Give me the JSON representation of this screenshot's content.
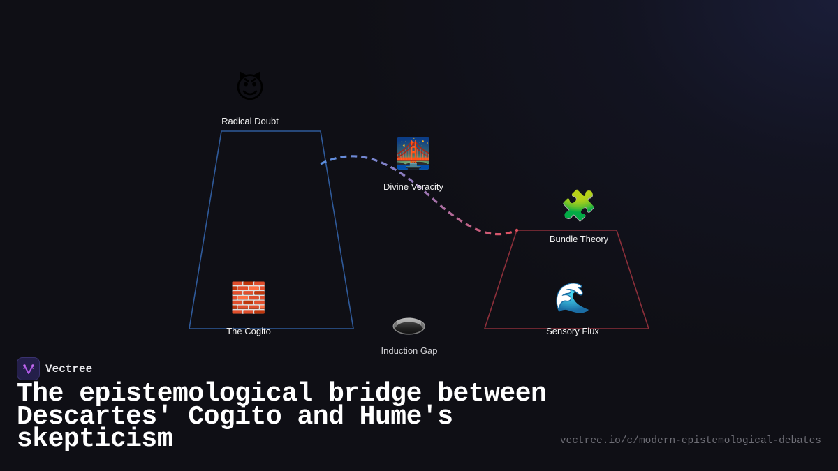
{
  "brand": {
    "name": "Vectree",
    "logo_icon": "vectree-logo-icon",
    "accent": "#a14fe0"
  },
  "title": "The epistemological bridge between Descartes' Cogito and Hume's skepticism",
  "url": "vectree.io/c/modern-epistemological-debates",
  "colors": {
    "background": "#0f0f15",
    "descartes_outline": "#2f5a9a",
    "hume_outline": "#8c2f3a",
    "bridge_start": "#5b8fe0",
    "bridge_end": "#e0505e"
  },
  "diagram": {
    "groups": [
      {
        "id": "descartes",
        "outline": "left-trapezoid",
        "nodes": [
          "Radical Doubt",
          "The Cogito"
        ]
      },
      {
        "id": "hume",
        "outline": "right-trapezoid",
        "nodes": [
          "Bundle Theory",
          "Sensory Flux"
        ]
      }
    ],
    "connector": {
      "from": "descartes",
      "to": "hume",
      "style": "dashed",
      "via": "Divine Veracity"
    }
  },
  "nodes": {
    "radical_doubt": {
      "label": "Radical Doubt",
      "icon": "😈",
      "icon_name": "devil-icon"
    },
    "divine_veracity": {
      "label": "Divine Veracity",
      "icon": "🌉",
      "icon_name": "bridge-icon"
    },
    "bundle_theory": {
      "label": "Bundle Theory",
      "icon": "🧩",
      "icon_name": "puzzle-icon"
    },
    "the_cogito": {
      "label": "The Cogito",
      "icon": "🧱",
      "icon_name": "brick-icon"
    },
    "induction_gap": {
      "label": "Induction Gap",
      "icon": "🕳️",
      "icon_name": "hole-icon"
    },
    "sensory_flux": {
      "label": "Sensory Flux",
      "icon": "🌊",
      "icon_name": "wave-icon"
    }
  }
}
